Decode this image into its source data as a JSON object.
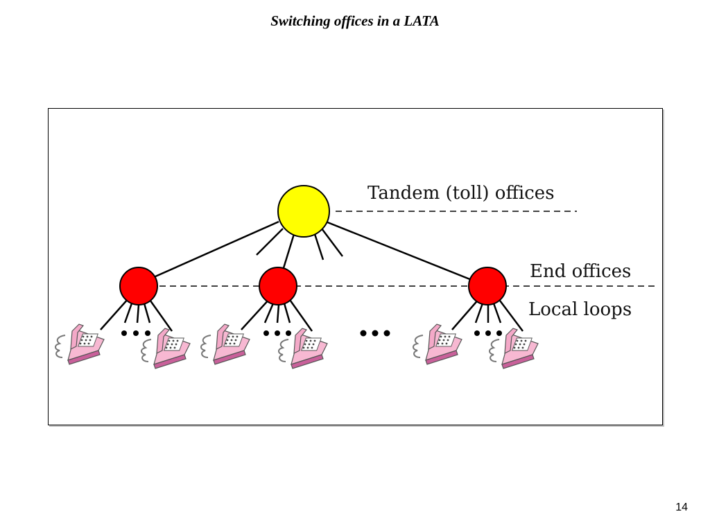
{
  "slide": {
    "title": "Switching offices in a LATA",
    "page_number": "14"
  },
  "diagram": {
    "labels": {
      "tandem": "Tandem (toll) offices",
      "end": "End offices",
      "loops": "Local loops"
    },
    "colors": {
      "tandem_fill": "#ffff00",
      "end_fill": "#ff0000",
      "phone_fill": "#f7b8d2",
      "phone_dark": "#c9609a",
      "line": "#000000"
    },
    "icons": [
      "tandem-office-node",
      "end-office-node",
      "telephone-icon",
      "ellipsis-dots"
    ]
  }
}
